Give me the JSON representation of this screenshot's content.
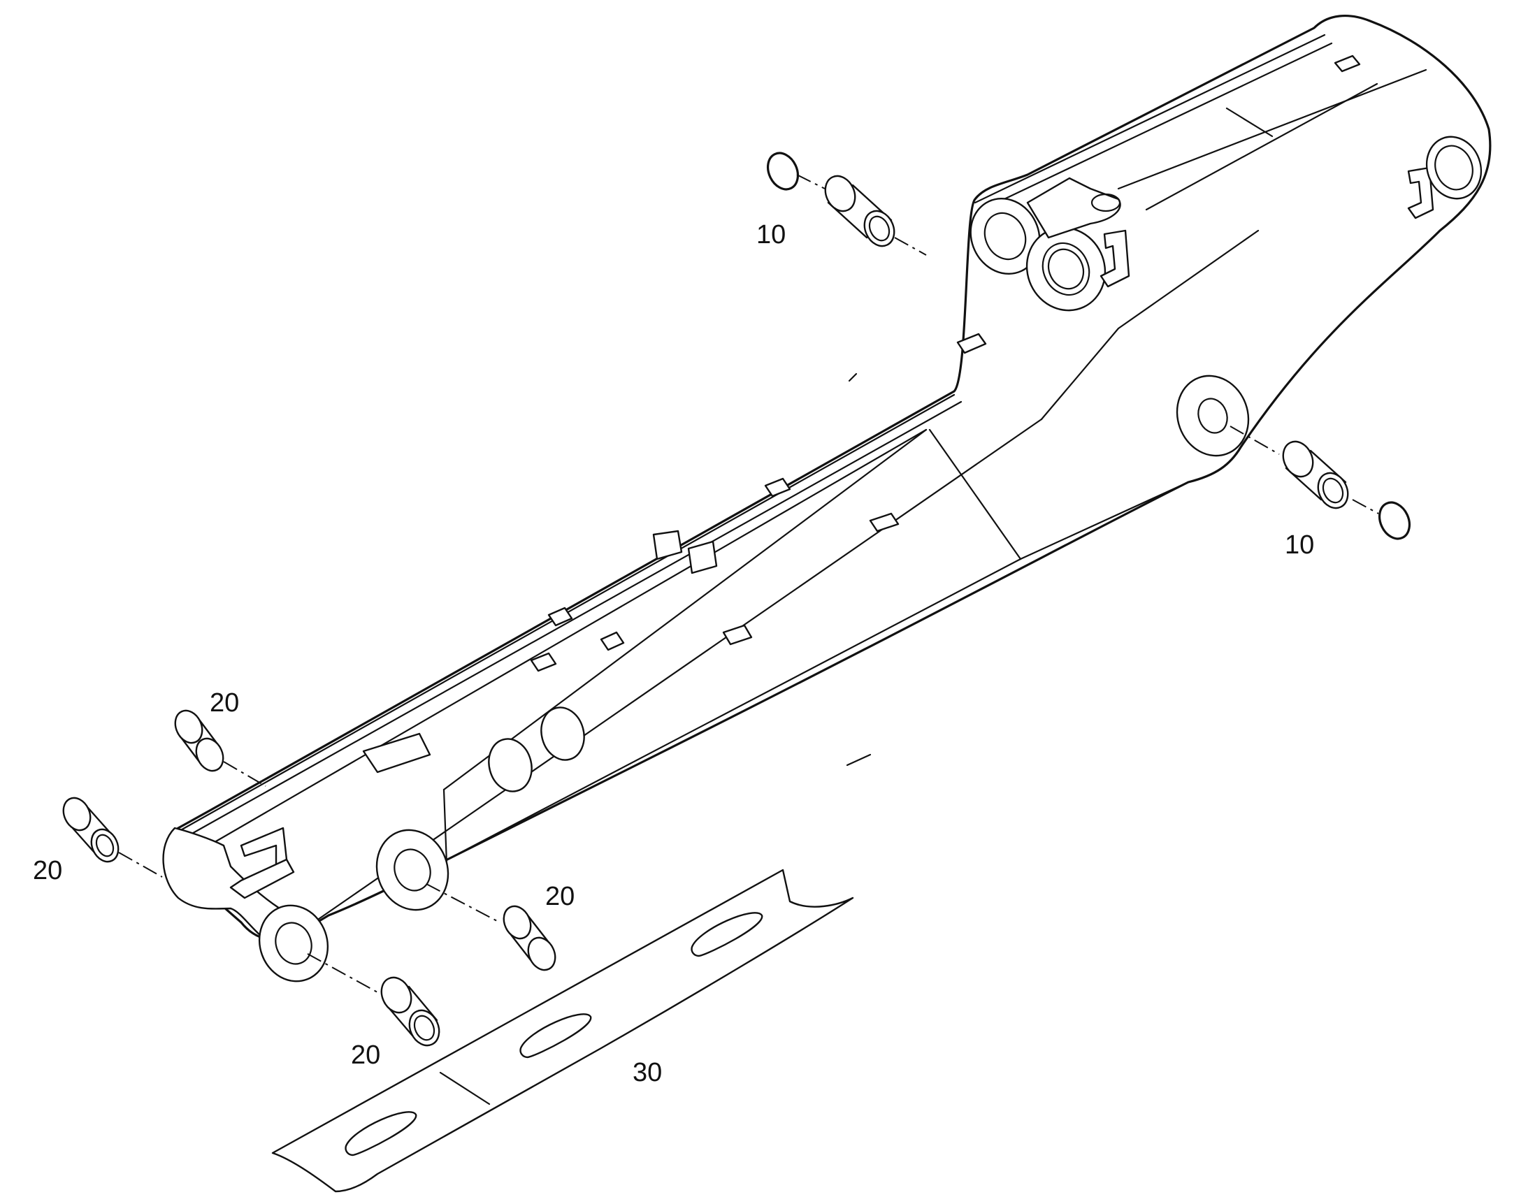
{
  "callouts": {
    "bushing_top": "10",
    "bushing_right": "10",
    "pin_upper_left": "20",
    "pin_left": "20",
    "pin_mid": "20",
    "pin_bottom": "20",
    "plate": "30"
  }
}
